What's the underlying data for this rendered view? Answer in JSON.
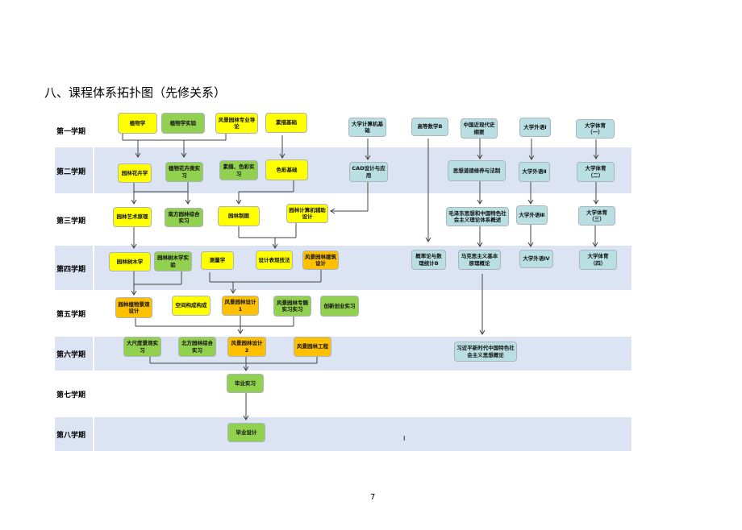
{
  "title": "八、课程体系拓扑图（先修关系）",
  "semesters": [
    "第一学期",
    "第二学期",
    "第三学期",
    "第四学期",
    "第五学期",
    "第六学期",
    "第七学期",
    "第八学期"
  ],
  "courses": [
    {
      "name": "植物学",
      "type": "yellow"
    },
    {
      "name": "植物学实验",
      "type": "green"
    },
    {
      "name": "风景园林专业导论",
      "type": "yellow"
    },
    {
      "name": "素描基础",
      "type": "yellow"
    },
    {
      "name": "大学计算机基础",
      "type": "teal"
    },
    {
      "name": "高等数学B",
      "type": "teal"
    },
    {
      "name": "中国近现代史纲要",
      "type": "teal"
    },
    {
      "name": "大学外语Ⅰ",
      "type": "teal"
    },
    {
      "name": "大学体育（一）",
      "type": "teal"
    },
    {
      "name": "园林花卉学",
      "type": "yellow"
    },
    {
      "name": "植物花卉类实习",
      "type": "green"
    },
    {
      "name": "素描、色彩实习",
      "type": "green"
    },
    {
      "name": "色彩基础",
      "type": "yellow"
    },
    {
      "name": "CAD设计与应用",
      "type": "teal"
    },
    {
      "name": "思想道德修养与法制",
      "type": "teal"
    },
    {
      "name": "大学外语Ⅱ",
      "type": "teal"
    },
    {
      "name": "大学体育（二）",
      "type": "teal"
    },
    {
      "name": "园林艺术原理",
      "type": "yellow"
    },
    {
      "name": "南方园林综合实习",
      "type": "green"
    },
    {
      "name": "园林制图",
      "type": "yellow"
    },
    {
      "name": "园林计算机辅助设计",
      "type": "yellow"
    },
    {
      "name": "毛泽东思想和中国特色社会主义理论体系概述",
      "type": "teal"
    },
    {
      "name": "大学外语Ⅲ",
      "type": "teal"
    },
    {
      "name": "大学体育（三）",
      "type": "teal"
    },
    {
      "name": "园林树木学",
      "type": "yellow"
    },
    {
      "name": "园林树木学实验",
      "type": "green"
    },
    {
      "name": "测量学",
      "type": "yellow"
    },
    {
      "name": "设计表现技法",
      "type": "yellow"
    },
    {
      "name": "风景园林建筑设计",
      "type": "orange"
    },
    {
      "name": "概率论与数理统计B",
      "type": "teal"
    },
    {
      "name": "马克思主义基本原理概论",
      "type": "teal"
    },
    {
      "name": "大学外语Ⅳ",
      "type": "teal"
    },
    {
      "name": "大学体育（四）",
      "type": "teal"
    },
    {
      "name": "园林植物景观设计",
      "type": "orange"
    },
    {
      "name": "空间构成构成",
      "type": "yellow"
    },
    {
      "name": "风景园林设计1",
      "type": "orange"
    },
    {
      "name": "风景园林专题实习实习",
      "type": "green"
    },
    {
      "name": "创新创业实习",
      "type": "green"
    },
    {
      "name": "大尺度景观实习",
      "type": "green"
    },
    {
      "name": "北方园林综合实习",
      "type": "green"
    },
    {
      "name": "风景园林设计2",
      "type": "orange"
    },
    {
      "name": "风景园林工程",
      "type": "orange"
    },
    {
      "name": "习近平新时代中国特色社会主义思想概论",
      "type": "teal"
    },
    {
      "name": "毕业实习",
      "type": "green"
    },
    {
      "name": "毕业设计",
      "type": "green"
    }
  ],
  "colors": {
    "yellow": "#ffff00",
    "green": "#92d050",
    "orange": "#ffc000",
    "teal": "#b9dfe3",
    "row_band": "#dce3f2"
  },
  "stray_mark": "I",
  "page_number": "7"
}
